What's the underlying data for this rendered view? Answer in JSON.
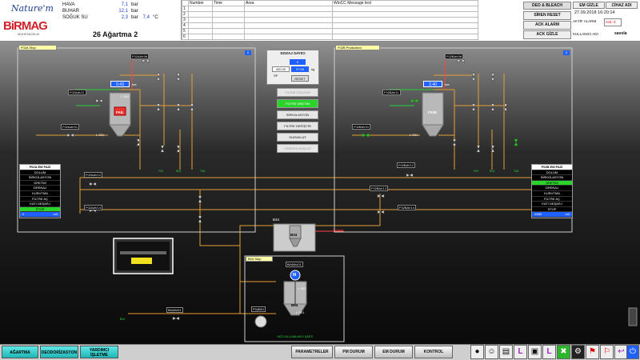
{
  "header": {
    "logo_top": "Nature'm",
    "logo_brand": "BiRMAG",
    "logo_sub": "MÜHENDİSLİK",
    "utilities": [
      {
        "name": "HAVA",
        "value": "7,1",
        "unit": "bar"
      },
      {
        "name": "BUHAR",
        "value": "12,1",
        "unit": "bar"
      },
      {
        "name": "SOĞUK SU",
        "value": "2,3",
        "unit": "bar",
        "extra": "7,4",
        "extra_unit": "°C"
      }
    ],
    "date": "26 Ağartma 2",
    "alarm_table": {
      "columns": [
        "Number",
        "Time",
        "Area",
        "WinCC Message text"
      ],
      "rows": [
        "1",
        "2",
        "3",
        "4",
        "5",
        "6"
      ]
    },
    "side_title": "DEO & BLEACH",
    "siren_reset": "SİREN RESET",
    "ack_alarm": "ACK ALARM",
    "ack_gizle": "ACK GİZLE",
    "em_gizle": "EM GİZLE",
    "cihaz_adi": "CİHAZ ADI",
    "datetime": "27.09.2018 16:20:14",
    "aktif_alarm_label": "AKTİF ALARM",
    "aktif_alarm_value": "Ack: 0",
    "kullanici_label": "KULLANICI ADI",
    "kullanici_value": "savola"
  },
  "left_panel": {
    "title": "F02A Stop",
    "number": "0",
    "status_title": "F02A EM FAZI",
    "status_items": [
      "DOLUM",
      "SİRKÜLASYON",
      "ÜRETİM",
      "DRENAJ",
      "KURUTMA",
      "FİLTRE AÇ",
      "KATI DEŞARJ",
      "STOP"
    ],
    "active_item": "STOP",
    "footer_left": "0",
    "footer_right": "m3",
    "valves": [
      "F02AAV08",
      "F02AAV11",
      "F02AAV01",
      "F02AAV12",
      "F02AAV14"
    ],
    "level": "0.43",
    "level_unit": "bar",
    "vessel_tag": "L S02",
    "lsr": "L S01",
    "fault": "FAIL",
    "bottom_tags": [
      "F02",
      "B04",
      "T08"
    ]
  },
  "right_panel": {
    "title": "F02B Production",
    "number": "0",
    "status_title": "F02B EM FAZI",
    "status_items": [
      "DOLUM",
      "SİRKÜLASYON",
      "ÜRETİM",
      "DRENAJ",
      "KURUTMA",
      "FİLTRE AÇ",
      "KATI DEŞARJ",
      "STOP"
    ],
    "active_item": "ÜRETİM",
    "footer_left": "2480",
    "footer_right": "m3",
    "valves": [
      "F02BAV08",
      "F02BAV11",
      "F02BAV01",
      "F02BAV12",
      "F02BAV13",
      "F02BAV14"
    ],
    "level": "2.40",
    "level_unit": "bar",
    "vessel_tag": "F02B",
    "lsr": "L S01",
    "bottom_tags": [
      "F02",
      "B04",
      "T08"
    ]
  },
  "dosing": {
    "title": "DOZAJ SAYICI",
    "value_top": "0",
    "value_left": "400.00",
    "value_right": "27.00",
    "unit": "kg",
    "sp": "SP",
    "reset": "RESET"
  },
  "center_buttons": [
    "FİLTRE DOLDUR",
    "FİLTRE ÜRETİM",
    "SİRKÜLASYON",
    "FİLTRE DEĞİŞTİR",
    "DURAKLAT",
    "YENİDEN BAŞLAT"
  ],
  "center_active": "FİLTRE ÜRETİM",
  "b34": {
    "label": "B34",
    "tag": "B34",
    "arrow": "PB0A48"
  },
  "tank_area": {
    "title": "B04 Stop",
    "tank_tag": "B04",
    "motor": "M",
    "level_top": "L S02",
    "level_bottom": "L S01",
    "mixer": "B04MU01",
    "pump": "P04B01",
    "valve": "B04AV01",
    "outlet": "B02",
    "note": "YAĞ KULLANILMAYI ŞARTI"
  },
  "bottom_nav": {
    "left": [
      "AĞARTMA",
      "DEODORİZASYON",
      "YARDIMCI İŞLETME"
    ],
    "center": [
      "PARAMETRELER",
      "PM DURUM",
      "EM DURUM",
      "KONTROL"
    ],
    "icons": [
      "users-icon",
      "operator-icon",
      "document-icon",
      "levels-icon",
      "lock-icon",
      "logout-icon",
      "wrench-icon",
      "settings-icon",
      "flags-icon",
      "language-icon",
      "print-icon",
      "back-icon",
      "power-icon"
    ]
  },
  "colors": {
    "pipe": "#e5a033",
    "active": "#2bd42b",
    "panel_title": "#ffffa8",
    "accent": "#2060ff"
  }
}
